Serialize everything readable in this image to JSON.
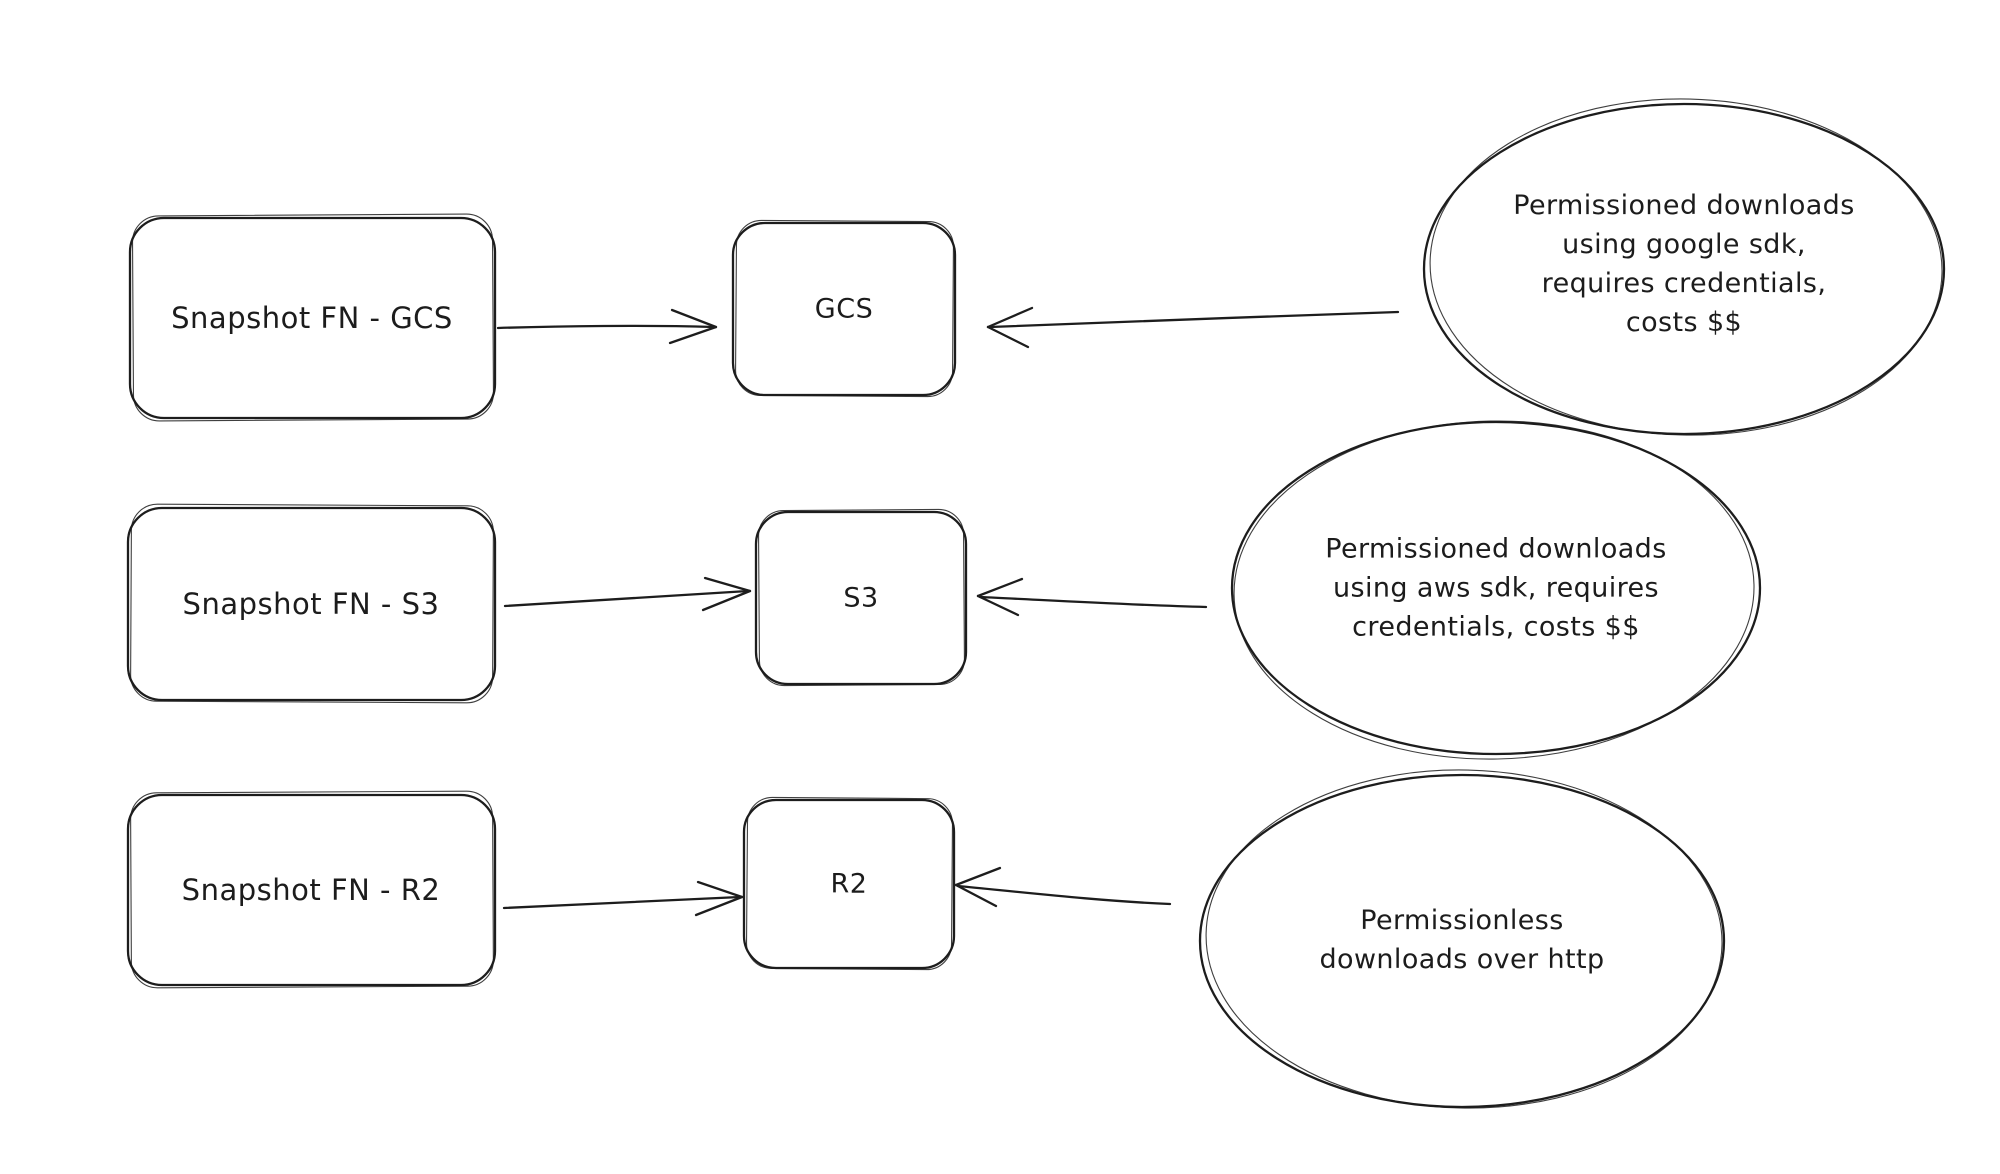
{
  "colors": {
    "ink": "#1d1d1d",
    "background": "#ffffff"
  },
  "diagram": {
    "rows": [
      {
        "source_label": "Snapshot FN - GCS",
        "target_label": "GCS",
        "note_lines": [
          "Permissioned downloads",
          "using google sdk,",
          "requires credentials,",
          "costs $$"
        ]
      },
      {
        "source_label": "Snapshot FN - S3",
        "target_label": "S3",
        "note_lines": [
          "Permissioned downloads",
          "using aws sdk, requires",
          "credentials, costs $$"
        ]
      },
      {
        "source_label": "Snapshot FN - R2",
        "target_label": "R2",
        "note_lines": [
          "Permissionless",
          "downloads over http"
        ]
      }
    ]
  }
}
